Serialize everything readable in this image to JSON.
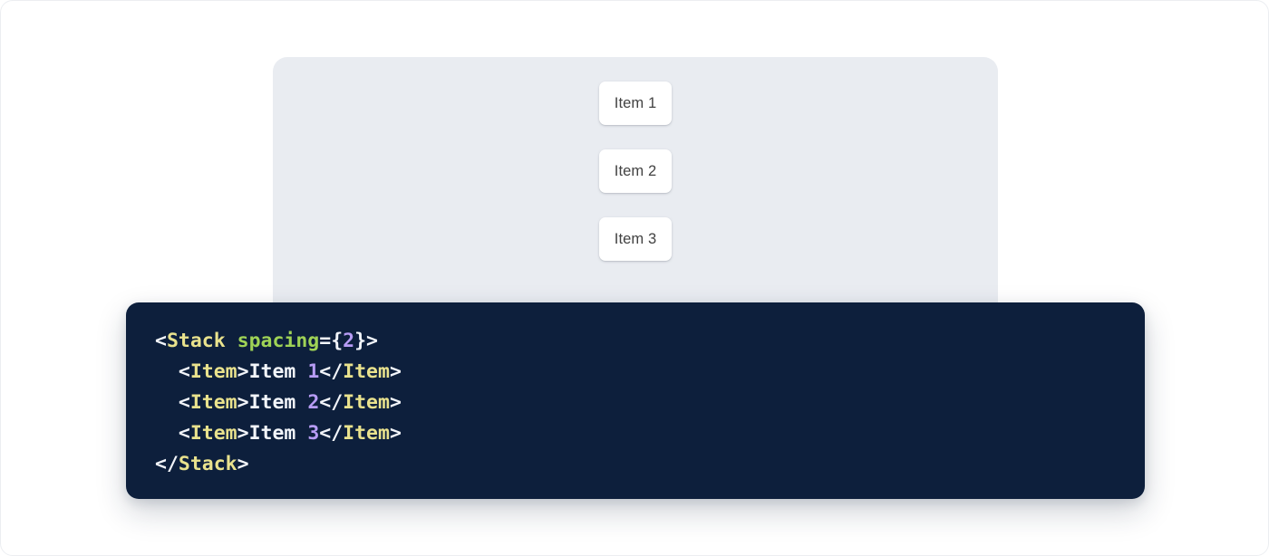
{
  "preview": {
    "panel_background": "#e9ecf1",
    "items": [
      {
        "label": "Item 1"
      },
      {
        "label": "Item 2"
      },
      {
        "label": "Item 3"
      }
    ]
  },
  "code": {
    "language": "jsx",
    "background": "#0d1f3c",
    "colors": {
      "punctuation": "#f2f5fa",
      "tag": "#e9e28d",
      "attribute": "#9fd356",
      "number": "#b79cf5",
      "text": "#f2f5fa"
    },
    "lines": [
      {
        "tokens": [
          {
            "t": "<",
            "c": "punct"
          },
          {
            "t": "Stack",
            "c": "tag"
          },
          {
            "t": " ",
            "c": "punct"
          },
          {
            "t": "spacing",
            "c": "attr"
          },
          {
            "t": "={",
            "c": "punct"
          },
          {
            "t": "2",
            "c": "num"
          },
          {
            "t": "}>",
            "c": "punct"
          }
        ]
      },
      {
        "tokens": [
          {
            "t": "  <",
            "c": "punct"
          },
          {
            "t": "Item",
            "c": "tag"
          },
          {
            "t": ">",
            "c": "punct"
          },
          {
            "t": "Item ",
            "c": "text"
          },
          {
            "t": "1",
            "c": "num"
          },
          {
            "t": "</",
            "c": "punct"
          },
          {
            "t": "Item",
            "c": "tag"
          },
          {
            "t": ">",
            "c": "punct"
          }
        ]
      },
      {
        "tokens": [
          {
            "t": "  <",
            "c": "punct"
          },
          {
            "t": "Item",
            "c": "tag"
          },
          {
            "t": ">",
            "c": "punct"
          },
          {
            "t": "Item ",
            "c": "text"
          },
          {
            "t": "2",
            "c": "num"
          },
          {
            "t": "</",
            "c": "punct"
          },
          {
            "t": "Item",
            "c": "tag"
          },
          {
            "t": ">",
            "c": "punct"
          }
        ]
      },
      {
        "tokens": [
          {
            "t": "  <",
            "c": "punct"
          },
          {
            "t": "Item",
            "c": "tag"
          },
          {
            "t": ">",
            "c": "punct"
          },
          {
            "t": "Item ",
            "c": "text"
          },
          {
            "t": "3",
            "c": "num"
          },
          {
            "t": "</",
            "c": "punct"
          },
          {
            "t": "Item",
            "c": "tag"
          },
          {
            "t": ">",
            "c": "punct"
          }
        ]
      },
      {
        "tokens": [
          {
            "t": "</",
            "c": "punct"
          },
          {
            "t": "Stack",
            "c": "tag"
          },
          {
            "t": ">",
            "c": "punct"
          }
        ]
      }
    ]
  }
}
